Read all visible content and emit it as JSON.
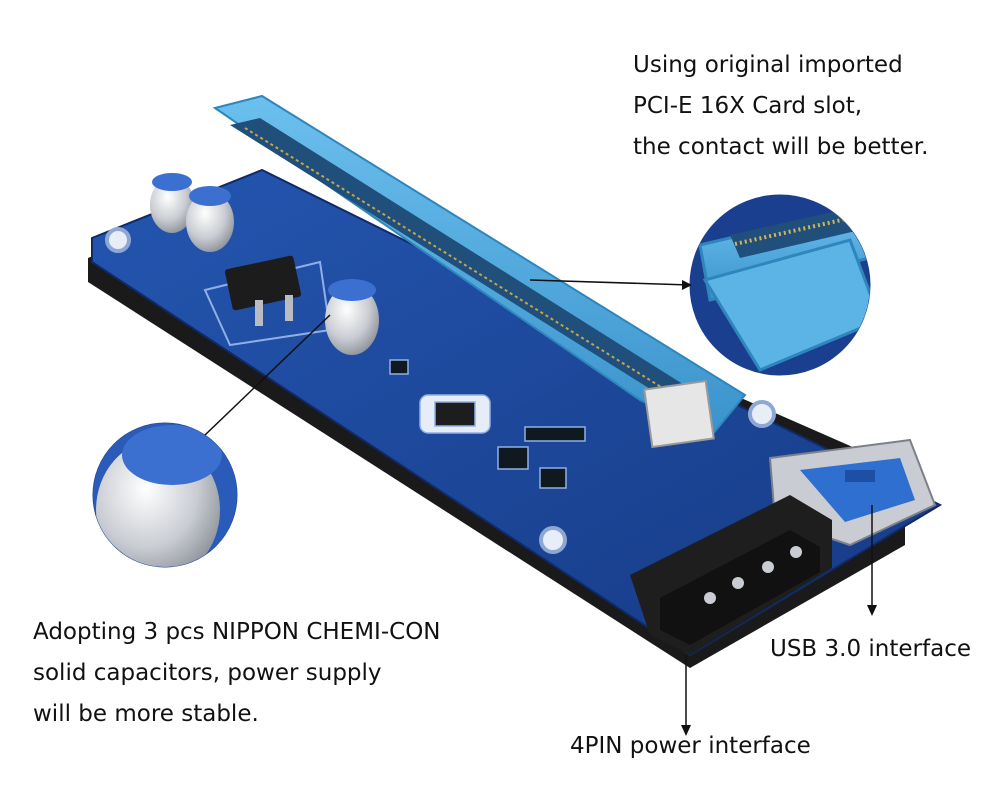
{
  "captions": {
    "slot_lines": [
      "Using original imported",
      "PCI-E 16X Card slot,",
      "the contact will be better."
    ],
    "capacitor_lines": [
      "Adopting 3 pcs NIPPON CHEMI-CON",
      "solid capacitors, power supply",
      "will be more stable."
    ]
  },
  "labels": {
    "usb": "USB 3.0 interface",
    "power": "4PIN power interface"
  },
  "colors": {
    "pcb": "#1b3f8f",
    "pcb_dark": "#0f2a66",
    "slot": "#4aa6dc",
    "slot_dark": "#2f86bd",
    "connector": "#2a2a2a",
    "usb_blue": "#2f6fcf",
    "capacitor": "#c9ccd2"
  },
  "icons": {
    "board": "pcie-riser-board",
    "zoom_slot": "magnified-slot-contacts",
    "zoom_cap": "magnified-capacitor"
  }
}
